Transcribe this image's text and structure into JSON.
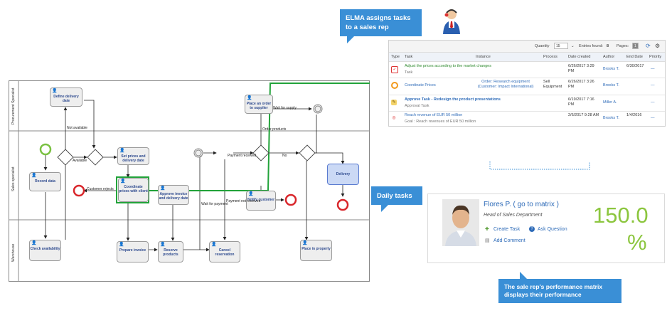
{
  "callouts": {
    "elma": "ELMA assigns tasks to a sales rep",
    "daily": "Daily tasks",
    "matrix": "The sale rep's performance matrix displays their performance"
  },
  "colors": {
    "callout": "#3a8fd6",
    "flow_highlight": "#22a33a",
    "accent_green": "#8cc63f",
    "link": "#2e6bb8"
  },
  "icons": [
    "operator-headset-icon",
    "user-icon",
    "refresh-icon",
    "settings-icon",
    "create-task-icon",
    "ask-question-icon",
    "add-comment-icon"
  ],
  "bpmn": {
    "lanes": [
      "Procurement Specialist",
      "Sales specialist",
      "Warehouse"
    ],
    "tasks": {
      "define_delivery": "Define delivery date",
      "place_order": "Place an order to supplier",
      "record_data": "Record data",
      "set_prices": "Set prices and delivery date",
      "coordinate": "Coordinate prices with client",
      "approve_invoice": "Approve invoice and delivery date",
      "notify_customer": "Notify customer",
      "delivery": "Delivery",
      "check_availability": "Check availability",
      "prepare_invoice": "Prepare invoice",
      "reserve_products": "Reserve products",
      "cancel_reservation": "Cancel reservation",
      "place_property": "Place in property"
    },
    "labels": {
      "not_available": "Not available",
      "available": "Available",
      "customer_rejects": "Customer rejects",
      "wait_supply": "Wait for supply",
      "order_products": "Order products",
      "payment_received": "Payment received",
      "no": "No",
      "wait_payment": "Wait for payment",
      "payment_not_received": "Payment not received"
    }
  },
  "task_list": {
    "toolbar": {
      "quantity_label": "Quantity",
      "quantity_value": "15",
      "entries_label": "Entries found:",
      "entries_value": "8",
      "pages_label": "Pages:",
      "pages_value": "1"
    },
    "columns": [
      "Type",
      "Task",
      "Instance",
      "Process",
      "Date created",
      "Author",
      "End Date",
      "Priority"
    ],
    "rows": [
      {
        "task": "Adjust the prices according to the market changes",
        "sub": "Task",
        "instance": "",
        "process": "",
        "date": "6/26/2017 3:29 PM",
        "author": "Brooks T.",
        "end": "6/30/2017",
        "priority": "—"
      },
      {
        "task": "Coordinate Prices",
        "sub": "",
        "instance": "Order: Research equipment (Customer: Impact International)",
        "process": "Sell Equipment",
        "date": "6/26/2017 3:26 PM",
        "author": "Brooks T.",
        "end": "",
        "priority": "—"
      },
      {
        "task": "Approve Task - Redesign the product presentations",
        "sub": "Approval Task",
        "instance": "",
        "process": "",
        "date": "6/19/2017 7:16 PM",
        "author": "Miller A.",
        "end": "",
        "priority": "—"
      },
      {
        "task": "Reach revenue of EUR 50 million",
        "sub": "Goal : Reach revenues of EUR 50 million",
        "instance": "",
        "process": "",
        "date": "2/6/2017 9:28 AM",
        "author": "Brooks T.",
        "end": "1/4/2016",
        "priority": "—"
      }
    ]
  },
  "matrix": {
    "name": "Flores P.",
    "go_link": "( go to matrix )",
    "position": "Head of Sales Department",
    "create_task": "Create Task",
    "ask_question": "Ask Question",
    "add_comment": "Add Comment",
    "value": "150.0",
    "unit": "%"
  }
}
